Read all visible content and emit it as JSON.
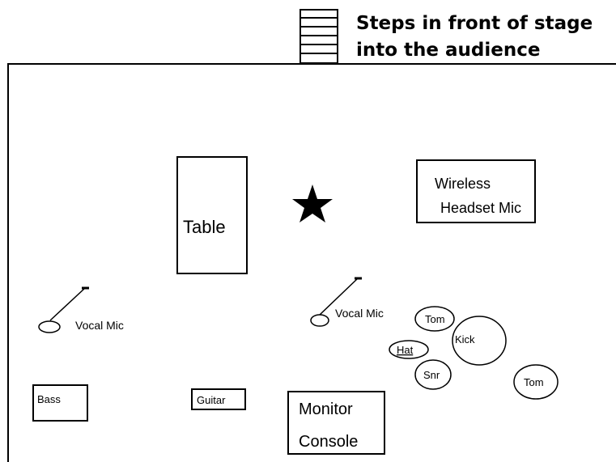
{
  "steps_caption": {
    "line1": "Steps in front of stage",
    "line2": "into the audience"
  },
  "labels": {
    "table": "Table",
    "wireless": {
      "line1": "Wireless",
      "line2": "Headset Mic"
    },
    "vocal_mic_left": "Vocal Mic",
    "vocal_mic_center": "Vocal Mic",
    "bass": "Bass",
    "guitar": "Guitar",
    "monitor": {
      "line1": "Monitor",
      "line2": "Console"
    }
  },
  "drums": {
    "tom_high": "Tom",
    "kick": "Kick",
    "hat": "Hat",
    "snare": "Snr",
    "tom_floor": "Tom"
  },
  "icons": {
    "center_mark": "star-icon",
    "steps": "steps-icon",
    "mic": "microphone-icon"
  }
}
